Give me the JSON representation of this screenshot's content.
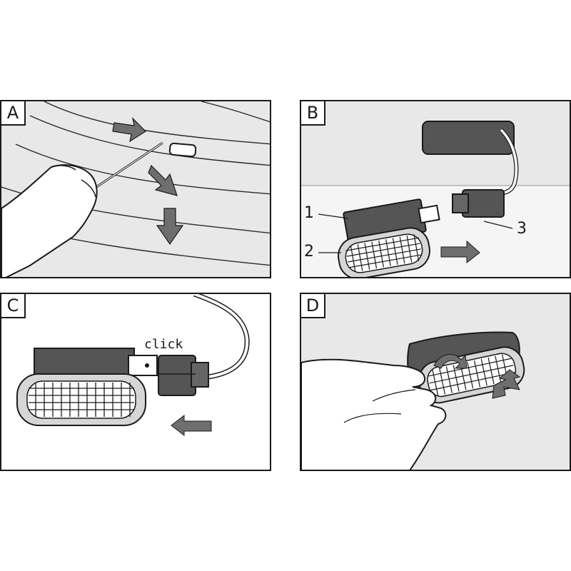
{
  "panels": {
    "a": {
      "label": "A"
    },
    "b": {
      "label": "B",
      "callouts": [
        "1",
        "2",
        "3"
      ]
    },
    "c": {
      "label": "C",
      "annotation": "click"
    },
    "d": {
      "label": "D"
    }
  },
  "colors": {
    "panel_bg": "#e8e8e8",
    "arrow": "#6e6e6e",
    "connector": "#555555",
    "line": "#1a1a1a"
  }
}
